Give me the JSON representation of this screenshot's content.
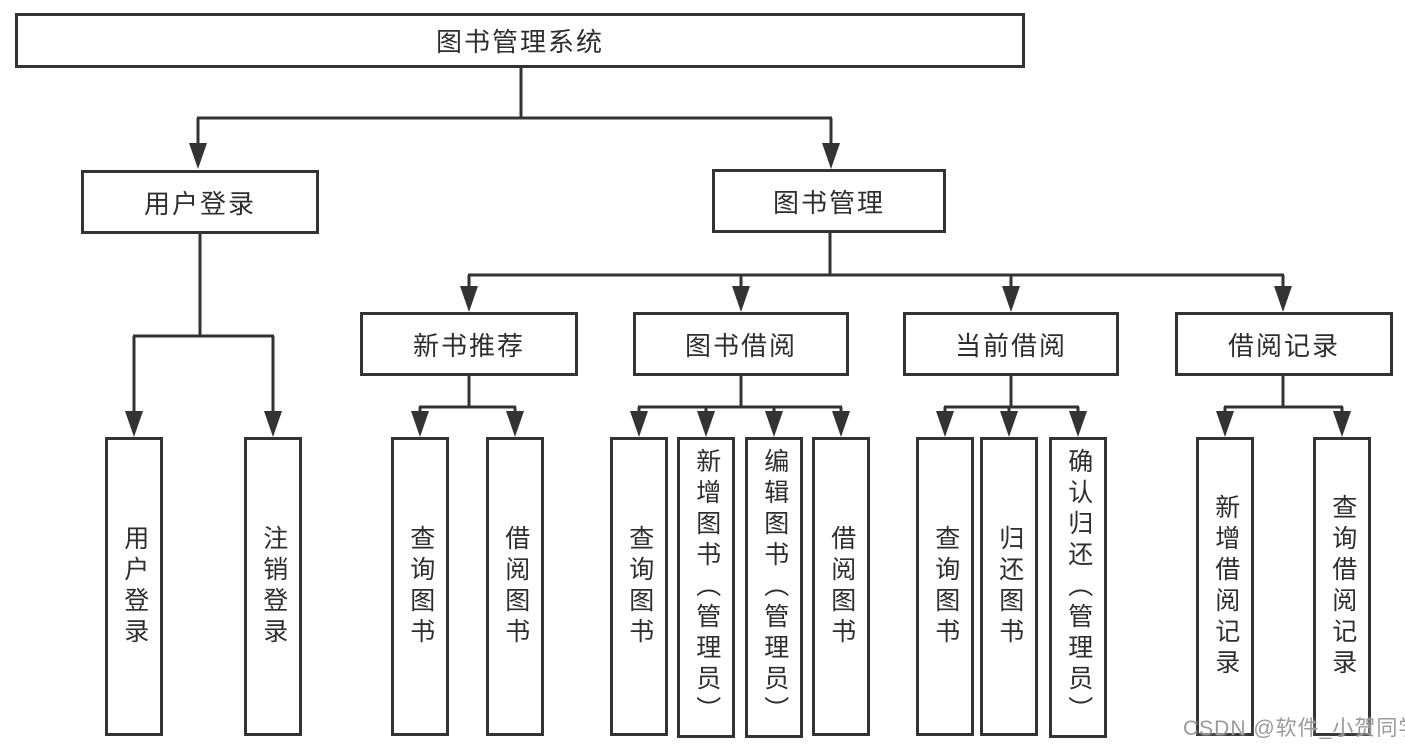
{
  "nodes": {
    "root": "图书管理系统",
    "user_login": "用户登录",
    "book_mgmt": "图书管理",
    "new_book_rec": "新书推荐",
    "book_borrow": "图书借阅",
    "current_borrow": "当前借阅",
    "borrow_records": "借阅记录",
    "leaf_user_login": "用户登录",
    "leaf_logout": "注销登录",
    "leaf_rec_query_books": "查询图书",
    "leaf_rec_borrow_books": "借阅图书",
    "leaf_borrow_query_books": "查询图书",
    "leaf_borrow_add_books": "新增图书（管理员）",
    "leaf_borrow_edit_books": "编辑图书（管理员）",
    "leaf_borrow_borrow_books": "借阅图书",
    "leaf_current_query_books": "查询图书",
    "leaf_current_return_books": "归还图书",
    "leaf_current_confirm_return": "确认归还（管理员）",
    "leaf_records_add_record": "新增借阅记录",
    "leaf_records_query_record": "查询借阅记录"
  },
  "watermark": "CSDN @软件_小贺同学",
  "colors": {
    "line": "#333333",
    "text": "#2e2e2e",
    "watermark": "#9a9a9a"
  }
}
